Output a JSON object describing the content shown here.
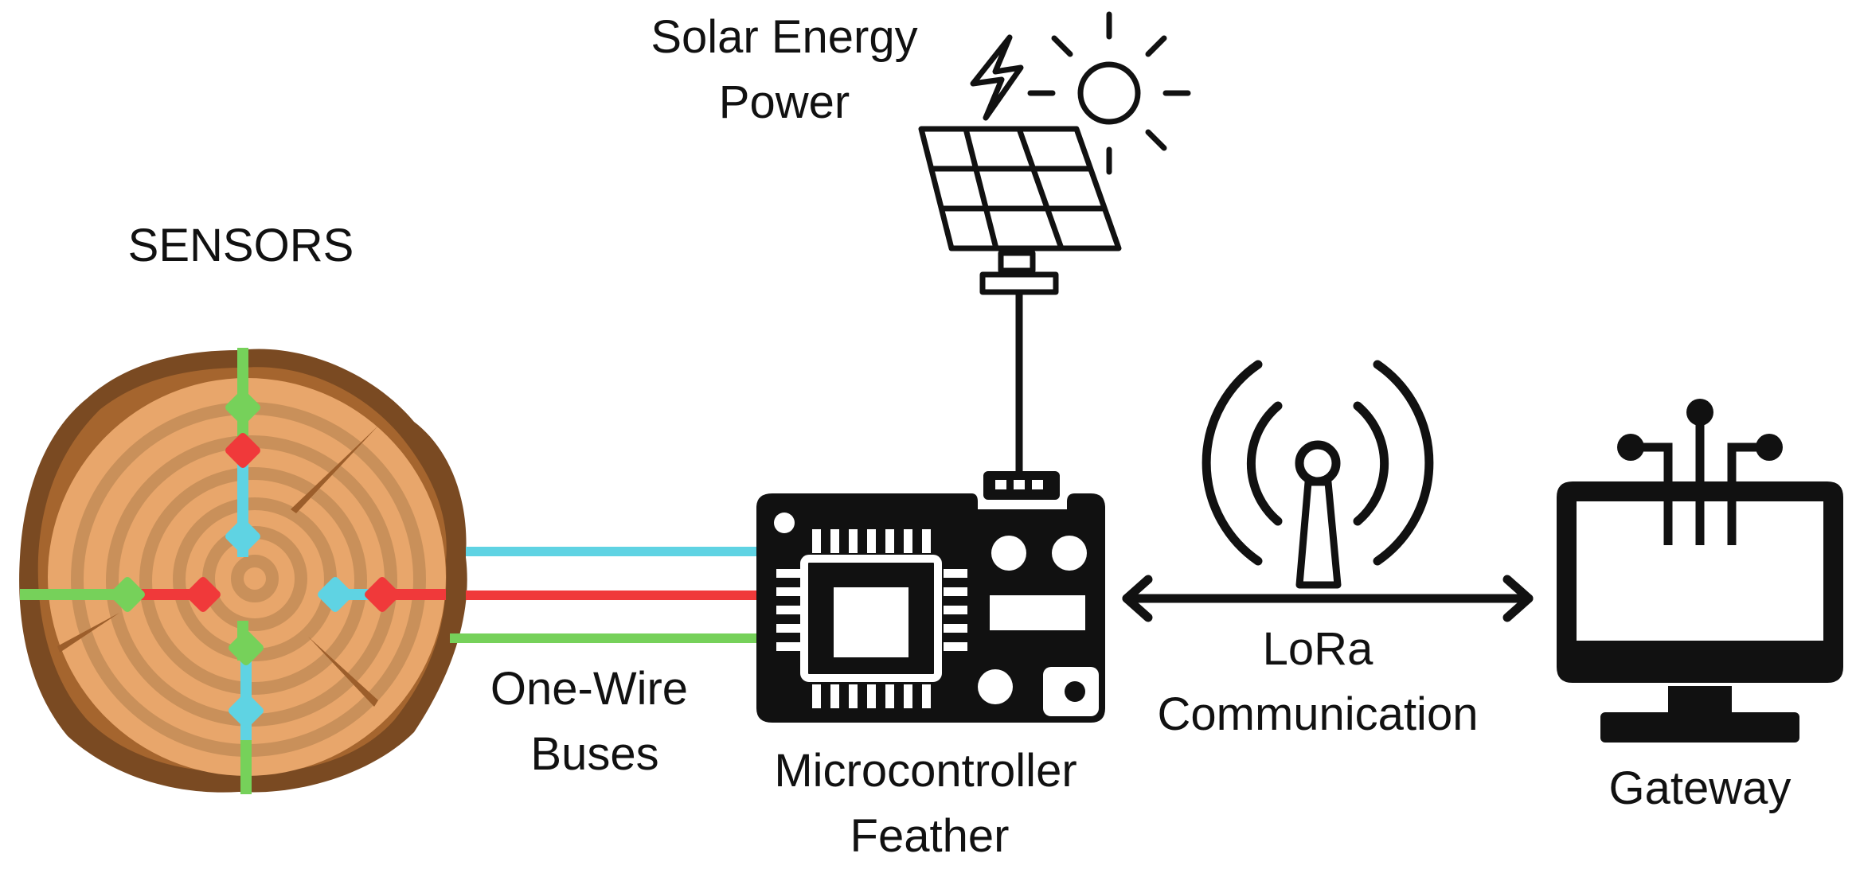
{
  "labels": {
    "sensors": "SENSORS",
    "solar_line1": "Solar Energy",
    "solar_line2": "Power",
    "bus_line1": "One-Wire",
    "bus_line2": "Buses",
    "mcu_line1": "Microcontroller",
    "mcu_line2": "Feather",
    "lora_line1": "LoRa",
    "lora_line2": "Communication",
    "gateway": "Gateway"
  },
  "colors": {
    "ink": "#111111",
    "bus_cyan": "#5fd3e3",
    "bus_red": "#f0393a",
    "bus_green": "#76d15a",
    "bark_dark": "#7a4a22",
    "bark_mid": "#a5652e",
    "wood_light": "#e8a66b",
    "ring": "#c9905a"
  },
  "icons": {
    "tree": "tree-cross-section-icon",
    "solar_panel": "solar-panel-icon",
    "sun": "sun-icon",
    "bolt": "lightning-bolt-icon",
    "board": "microcontroller-board-icon",
    "antenna": "radio-antenna-icon",
    "gateway": "computer-monitor-icon"
  }
}
